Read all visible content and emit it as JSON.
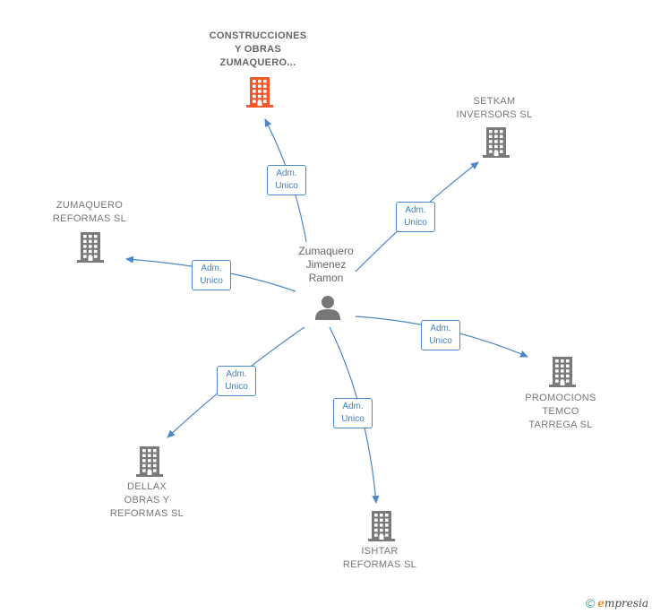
{
  "center": {
    "label": "Zumaquero\nJimenez\nRamon",
    "icon": "person-icon",
    "color": "#777777"
  },
  "edge_label": "Adm.\nUnico",
  "colors": {
    "edge": "#4a86c8",
    "company": "#7a7a7a",
    "highlight": "#f05a2a"
  },
  "companies": [
    {
      "id": "construcciones",
      "label": "CONSTRUCCIONES\nY OBRAS\nZUMAQUERO...",
      "highlight": true
    },
    {
      "id": "setkam",
      "label": "SETKAM\nINVERSORS SL",
      "highlight": false
    },
    {
      "id": "zumaquero-reformas",
      "label": "ZUMAQUERO\nREFORMAS SL",
      "highlight": false
    },
    {
      "id": "promocions",
      "label": "PROMOCIONS\nTEMCO\nTARREGA SL",
      "highlight": false
    },
    {
      "id": "dellax",
      "label": "DELLAX\nOBRAS Y\nREFORMAS SL",
      "highlight": false
    },
    {
      "id": "ishtar",
      "label": "ISHTAR\nREFORMAS SL",
      "highlight": false
    }
  ],
  "footer": {
    "copyright": "©",
    "brand_initial": "e",
    "brand_rest": "mpresia"
  }
}
